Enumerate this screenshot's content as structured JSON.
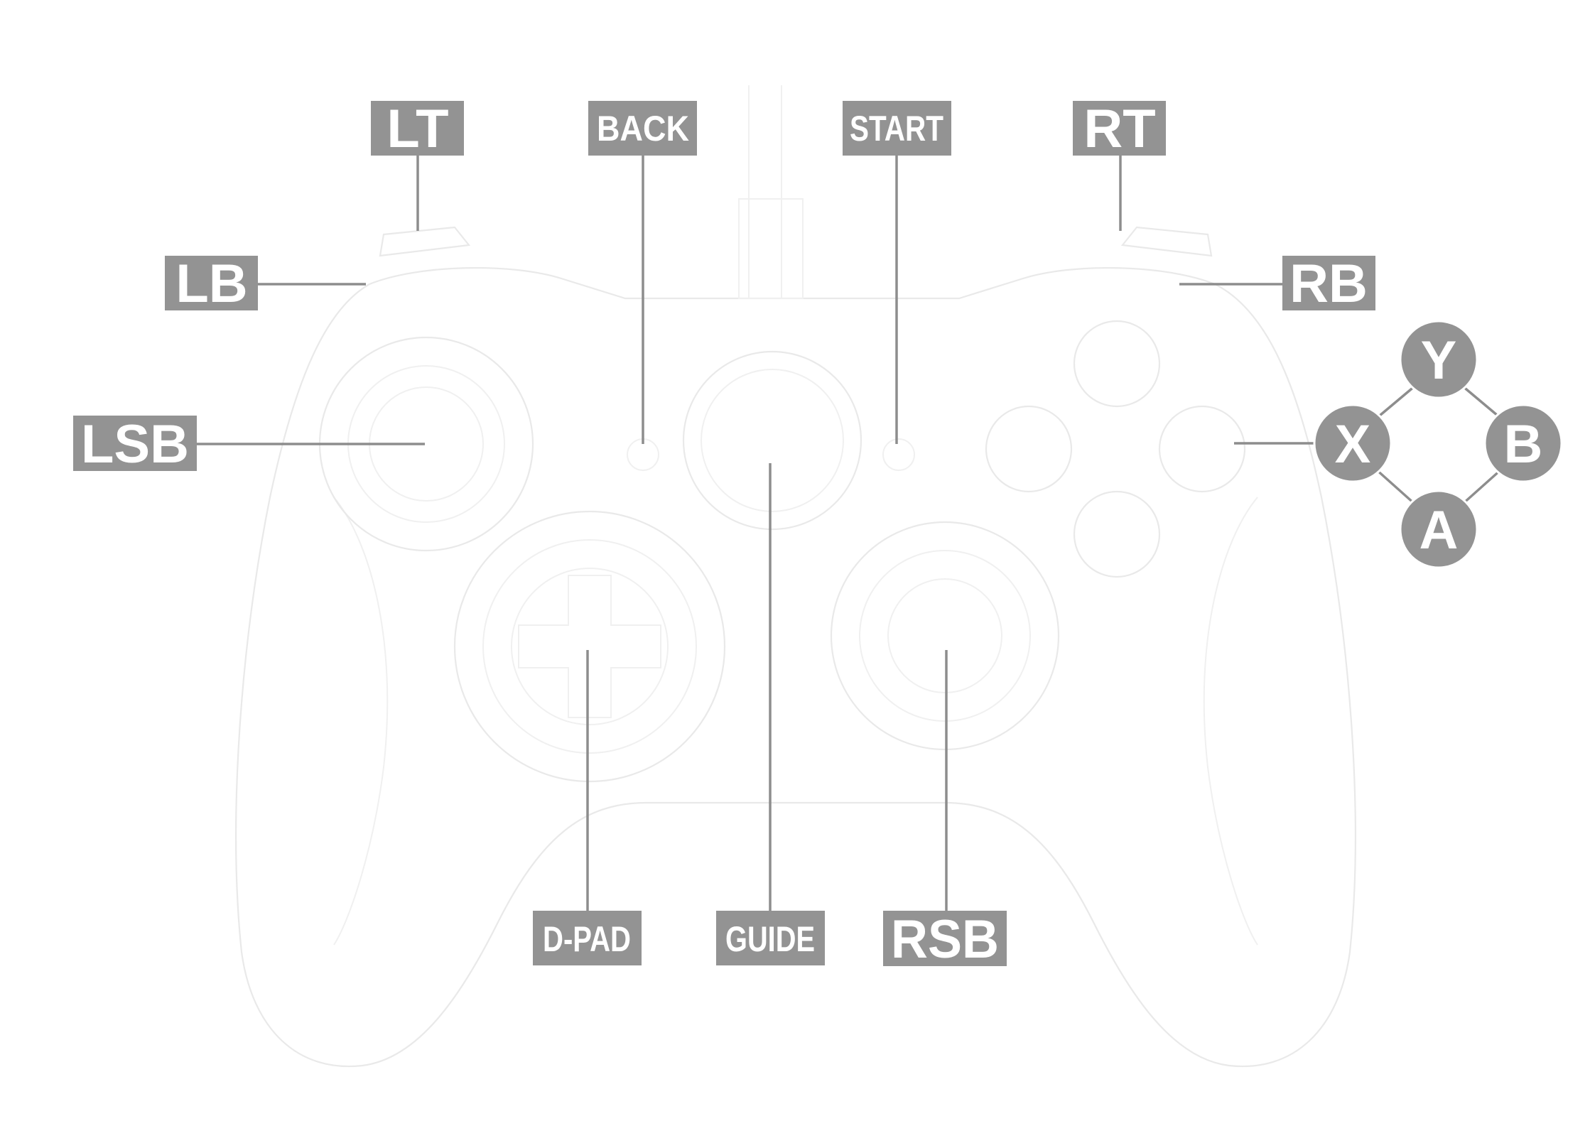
{
  "labels": {
    "lt": "LT",
    "back": "BACK",
    "start": "START",
    "rt": "RT",
    "lb": "LB",
    "rb": "RB",
    "lsb": "LSB",
    "dpad": "D-PAD",
    "guide": "GUIDE",
    "rsb": "RSB"
  },
  "face_buttons": {
    "y": "Y",
    "x": "X",
    "b": "B",
    "a": "A"
  },
  "colors": {
    "label_fill": "#939393",
    "label_text": "#ffffff",
    "leader_line": "#8d8d8d",
    "controller_outline": "#e9e9e9"
  }
}
